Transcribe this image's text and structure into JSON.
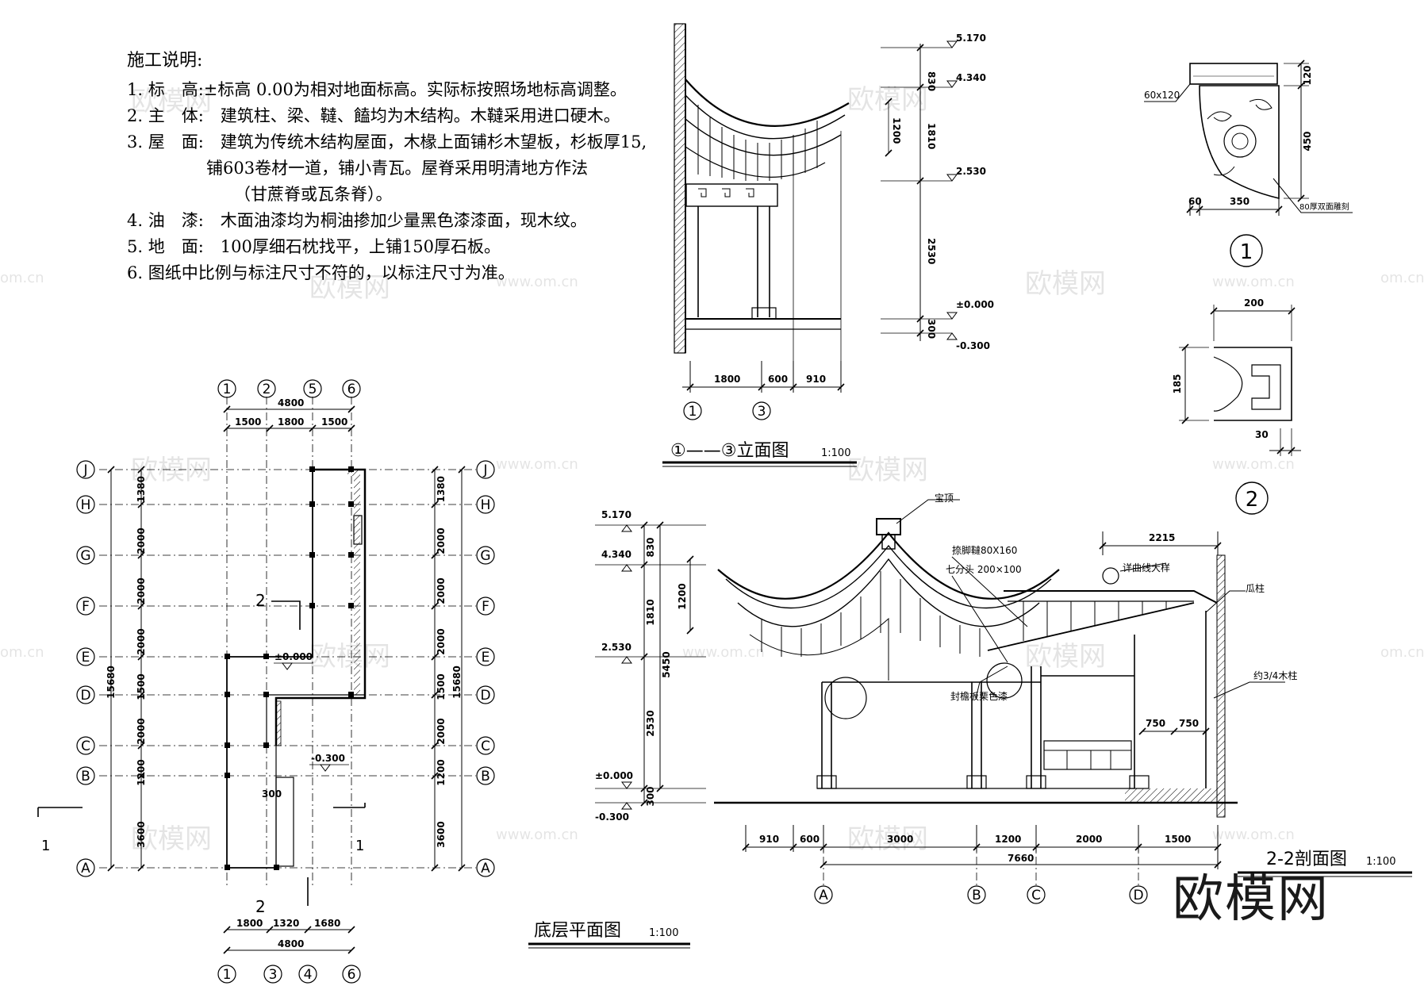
{
  "notes": {
    "heading": "施工说明:",
    "items": [
      "1. 标　高:±标高 0.00为相对地面标高。实际标按照场地标高调整。",
      "2. 主　体:　建筑柱、梁、韃、饁均为木结构。木韃采用进口硬木。",
      "3. 屋　面:　建筑为传统木结构屋面，木椽上面铺杉木望板，杉板厚15,",
      "铺603卷材一道，铺小青瓦。屋脊采用明清地方作法",
      "（甘蔗脊或瓦条脊）。",
      "4. 油　漆:　木面油漆均为桐油掺加少量黑色漆漆面，现木纹。",
      "5. 地　面:　100厚细石枕找平，上铺150厚石板。",
      "6. 图纸中比例与标注尺寸不符的，以标注尺寸为准。"
    ]
  },
  "elevation": {
    "title": "①——③立面图",
    "scale": "1:100",
    "levels": [
      "5.170",
      "4.340",
      "2.530",
      "±0.000",
      "-0.300"
    ],
    "vdims": [
      "830",
      "1200",
      "1810",
      "2530",
      "300"
    ],
    "hdims": [
      "1800",
      "600",
      "910"
    ],
    "grids": [
      "1",
      "3"
    ]
  },
  "plan": {
    "title": "底层平面图",
    "scale": "1:100",
    "top_grids": [
      "1",
      "2",
      "5",
      "6"
    ],
    "bottom_grids": [
      "1",
      "3",
      "4",
      "6"
    ],
    "row_grids": [
      "J",
      "H",
      "G",
      "F",
      "E",
      "D",
      "C",
      "B",
      "A"
    ],
    "row_dims": [
      "1380",
      "2000",
      "2000",
      "2000",
      "1500",
      "2000",
      "1200",
      "3600"
    ],
    "total_v": "15680",
    "top_total": "4800",
    "top_dims": [
      "1500",
      "1800",
      "1500"
    ],
    "bottom_total": "4800",
    "bottom_dims": [
      "1800",
      "1320",
      "1680"
    ],
    "levels": [
      "±0.000",
      "-0.300"
    ],
    "dim_300": "300",
    "section_marks": [
      "1",
      "1",
      "2",
      "2"
    ]
  },
  "section": {
    "title": "2-2剖面图",
    "scale": "1:100",
    "levels": [
      "5.170",
      "4.340",
      "2.530",
      "±0.000",
      "-0.300"
    ],
    "vdims": [
      "830",
      "1810",
      "2530",
      "300",
      "1200",
      "5450"
    ],
    "hdims": [
      "910",
      "600",
      "3000",
      "1200",
      "2000",
      "1500"
    ],
    "total": "7660",
    "top_dim": "2215",
    "inner_dims": [
      "750",
      "750"
    ],
    "labels": [
      "宝顶",
      "捺脚韃80X160",
      "七分头 200×100",
      "详曲线大样",
      "瓜柱",
      "约3/4木柱",
      "封檐板栗色漆"
    ],
    "grids": [
      "A",
      "B",
      "C",
      "D"
    ]
  },
  "detail1": {
    "marker": "1",
    "dims": [
      "60x120",
      "120",
      "450",
      "60",
      "350",
      "80厚双面雕刻"
    ]
  },
  "detail2": {
    "marker": "2",
    "dims": [
      "200",
      "185",
      "30"
    ]
  },
  "watermarks": {
    "brand": "欧模网",
    "url": "www.om.cn",
    "short": "om.cn"
  }
}
